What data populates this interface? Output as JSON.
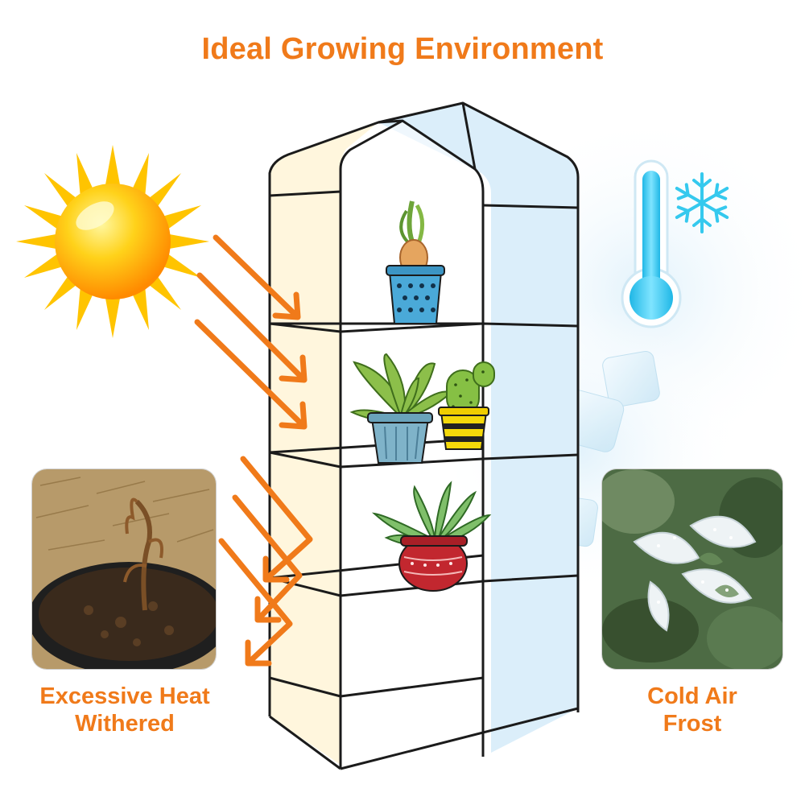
{
  "title": "Ideal Growing Environment",
  "left_caption": {
    "line1": "Excessive Heat",
    "line2": "Withered"
  },
  "right_caption": {
    "line1": "Cold Air",
    "line2": "Frost"
  },
  "colors": {
    "accent": "#f07a1a",
    "sun": "#ffb300",
    "cold": "#35c9ee",
    "warm_panel": "#fff6dd",
    "cool_panel": "#dbeefa"
  },
  "icons": [
    "sun-icon",
    "thermometer-icon",
    "snowflake-icon",
    "heat-arrow-icon"
  ]
}
